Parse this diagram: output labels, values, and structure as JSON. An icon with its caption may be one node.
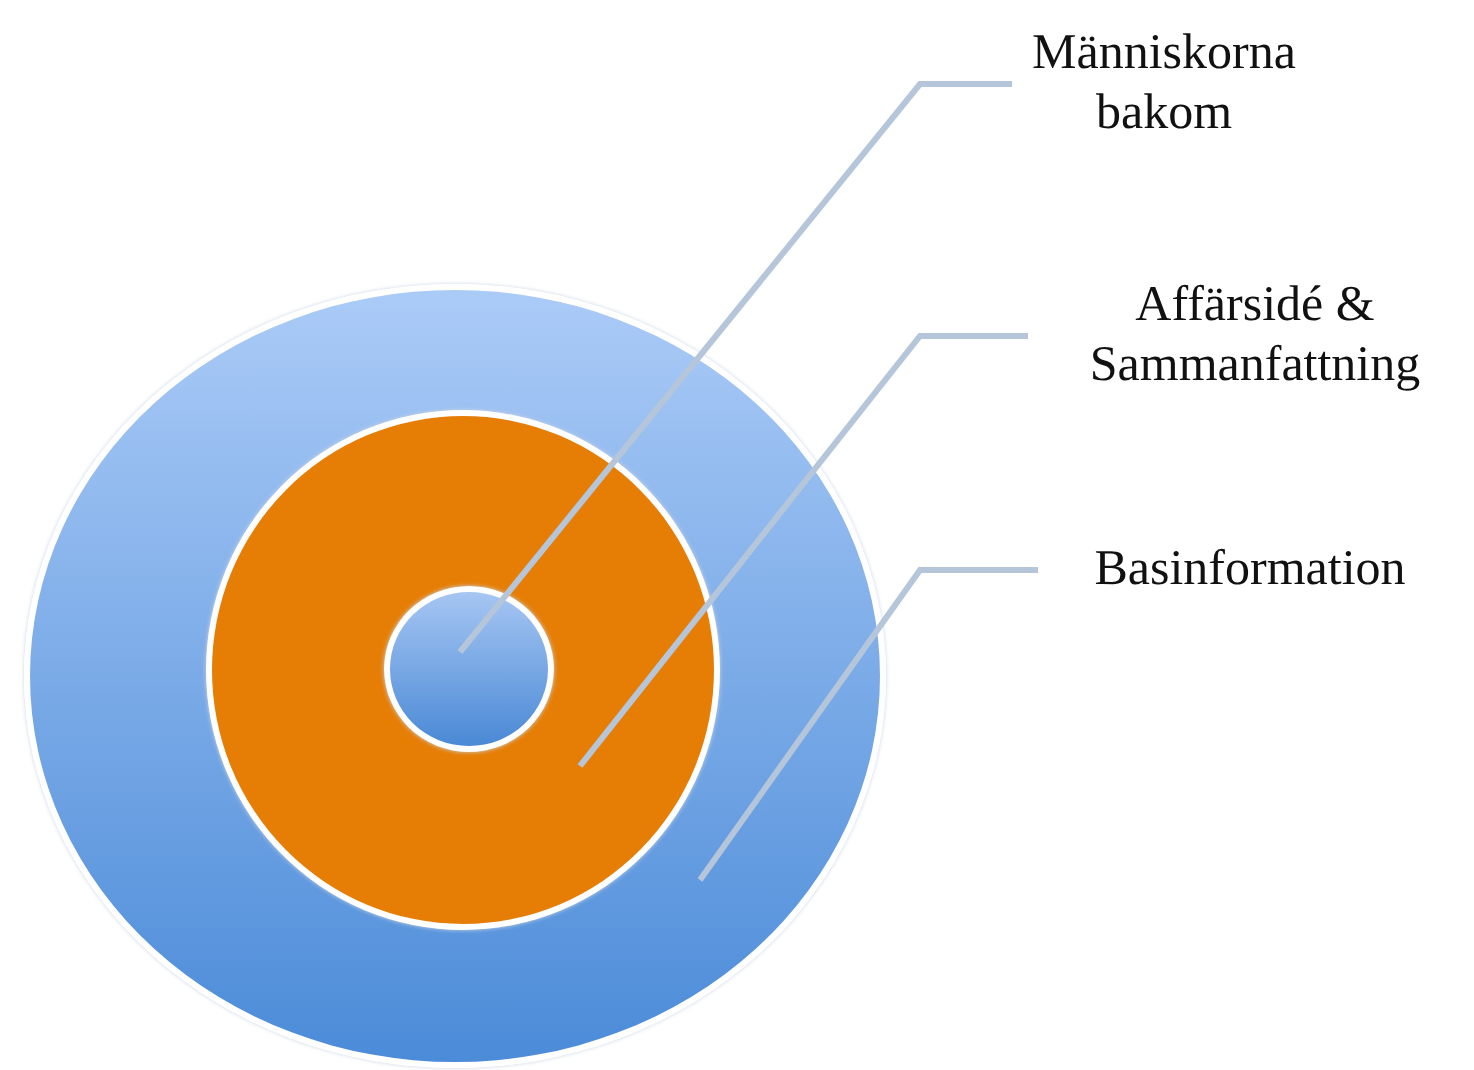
{
  "diagram": {
    "nodes": [
      {
        "text": [
          "Människorna bakom"
        ]
      },
      {
        "text": [
          "Affärsidé & Sammanfattning"
        ]
      },
      {
        "text": [
          "Basinformation"
        ]
      },
      {
        "text": [],
        "shape": "circle"
      },
      {
        "text": [],
        "shape": "circle",
        "in": 3
      },
      {
        "text": [],
        "shape": "circle",
        "in": 4
      }
    ],
    "edges": [
      {
        "from": 0,
        "to": 5,
        "arrow": "none"
      },
      {
        "from": 1,
        "to": 4,
        "arrow": "none"
      },
      {
        "from": 2,
        "to": 3,
        "arrow": "none"
      }
    ]
  }
}
